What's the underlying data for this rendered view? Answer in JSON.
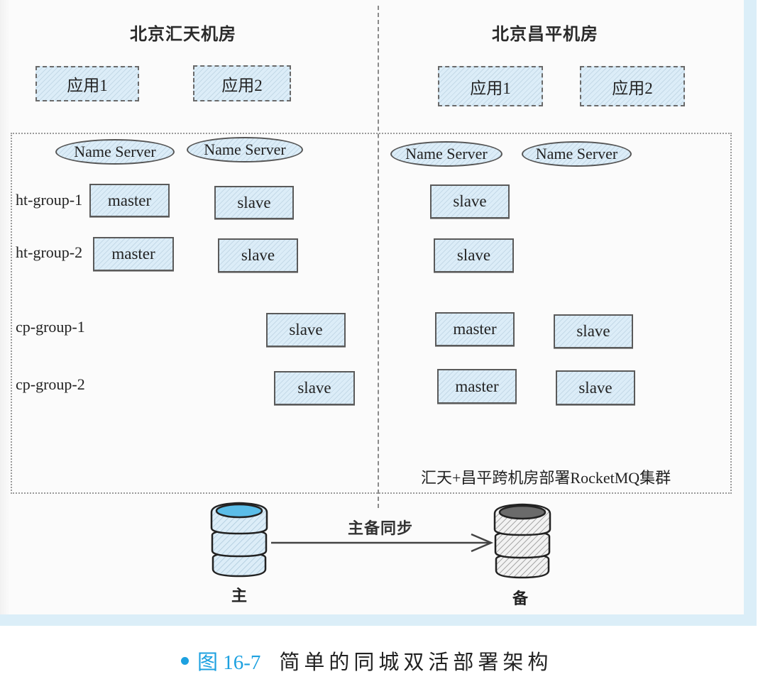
{
  "sites": {
    "left": {
      "title": "北京汇天机房",
      "apps": [
        "应用1",
        "应用2"
      ],
      "name_servers": [
        "Name Server",
        "Name Server"
      ]
    },
    "right": {
      "title": "北京昌平机房",
      "apps": [
        "应用1",
        "应用2"
      ],
      "name_servers": [
        "Name Server",
        "Name Server"
      ]
    }
  },
  "groups": [
    {
      "label": "ht-group-1",
      "left_node": "master",
      "left_node2": "slave",
      "right_node": "slave"
    },
    {
      "label": "ht-group-2",
      "left_node": "master",
      "left_node2": "slave",
      "right_node": "slave"
    },
    {
      "label": "cp-group-1",
      "left_node": "slave",
      "right_master": "master",
      "right_slave": "slave"
    },
    {
      "label": "cp-group-2",
      "left_node": "slave",
      "right_master": "master",
      "right_slave": "slave"
    }
  ],
  "cluster_caption": "汇天+昌平跨机房部署RocketMQ集群",
  "replication": {
    "label": "主备同步",
    "primary": {
      "label": "主",
      "color": "#5bbde8"
    },
    "standby": {
      "label": "备",
      "color": "#6b6b6b"
    }
  },
  "figure": {
    "number": "图 16-7",
    "title": "简单的同城双活部署架构",
    "accent": "#1da1e0"
  }
}
